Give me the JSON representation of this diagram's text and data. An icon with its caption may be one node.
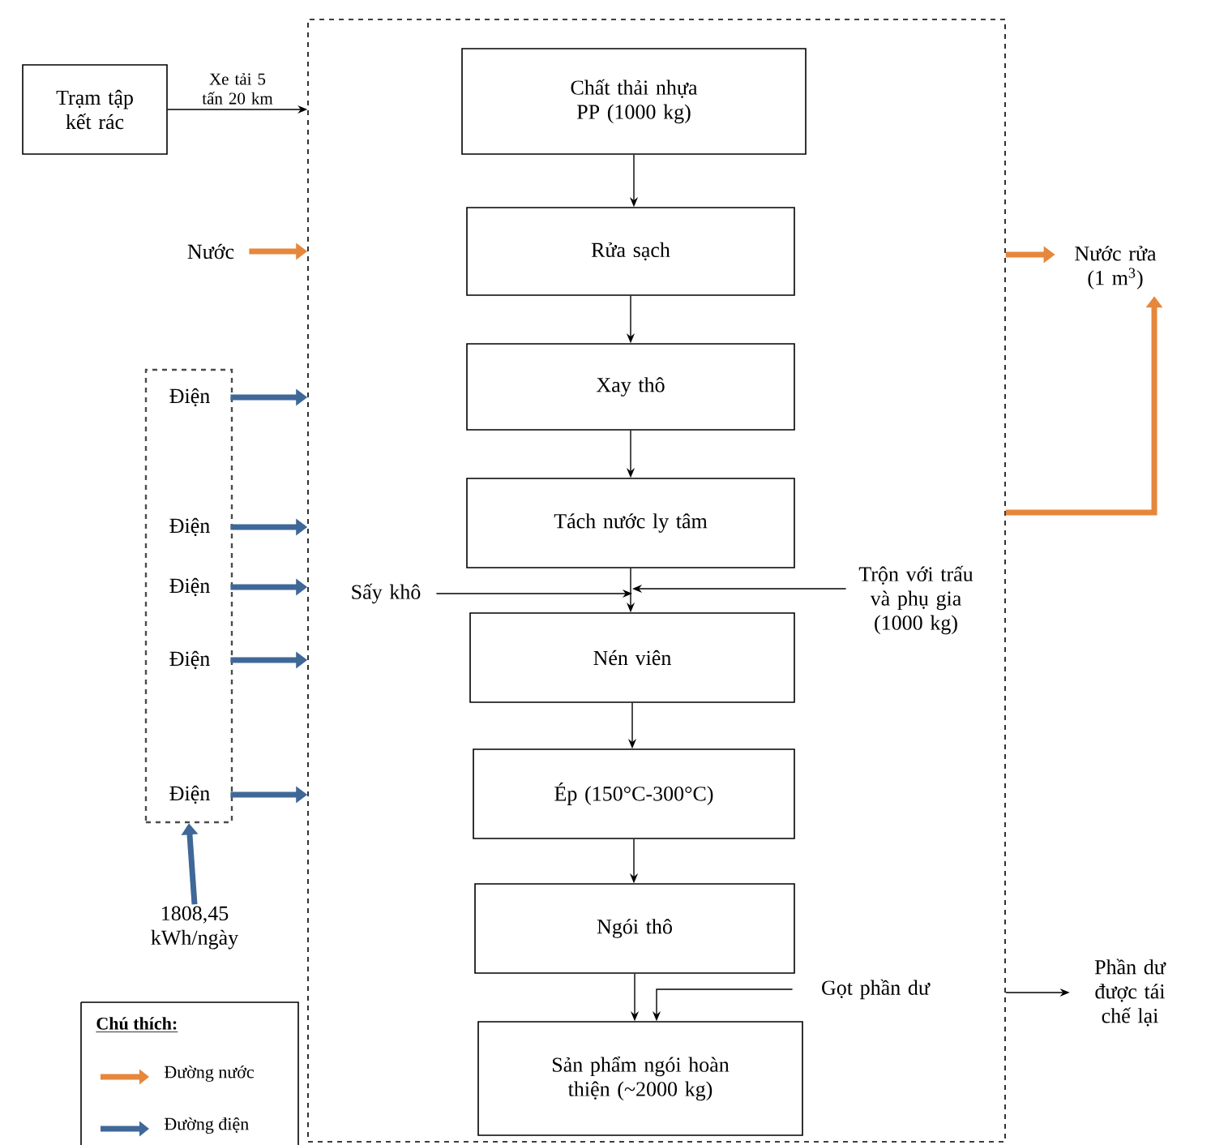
{
  "diagram": {
    "nodes": [
      {
        "text": [],
        "shape": "box"
      },
      {
        "text": [
          "Chất thải nhựa PP (1000 kg)"
        ],
        "in": 0
      },
      {
        "text": [
          "Rửa sạch"
        ],
        "in": 0
      },
      {
        "text": [
          "Xay thô"
        ],
        "in": 0
      },
      {
        "text": [
          "Tách nước ly tâm"
        ],
        "in": 0
      },
      {
        "text": [
          "Nén viên"
        ],
        "in": 0
      },
      {
        "text": [
          "Ép (150°C-300°C)"
        ],
        "in": 0
      },
      {
        "text": [
          "Ngói thô"
        ],
        "in": 0
      },
      {
        "text": [
          "Sản phẩm ngói hoàn thiện (~2000 kg)"
        ],
        "in": 0
      },
      {
        "text": [
          "Trạm tập kết rác"
        ]
      },
      {
        "text": [
          "Nước"
        ]
      },
      {
        "text": [
          "Nước rửa (1 m$^{3}$)"
        ]
      },
      {
        "text": [],
        "shape": "box"
      },
      {
        "text": [
          "Điện"
        ],
        "in": 12
      },
      {
        "text": [
          "Điện"
        ],
        "in": 12
      },
      {
        "text": [
          "Điện"
        ],
        "in": 12
      },
      {
        "text": [
          "Điện"
        ],
        "in": 12
      },
      {
        "text": [
          "Điện"
        ],
        "in": 12
      },
      {
        "text": [
          "1808,45 kWh/ngày"
        ]
      },
      {
        "text": [
          "Sấy khô"
        ],
        "in": 0
      },
      {
        "text": [
          "Trộn với trấu và phụ gia (1000 kg)"
        ],
        "in": 0
      },
      {
        "text": [
          "Gọt phần dư"
        ],
        "in": 0
      },
      {
        "text": [
          "Phần dư được tái chế lại"
        ]
      }
    ],
    "edges": [
      {
        "from": 9,
        "to": 0,
        "arrow": "to",
        "label": "Xe tải 5 tấn 20 km"
      },
      {
        "from": 10,
        "to": 0,
        "arrow": "to",
        "style": "thick",
        "color": "#e6873c"
      },
      {
        "from": 1,
        "to": 2,
        "arrow": "to"
      },
      {
        "from": 2,
        "to": 3,
        "arrow": "to"
      },
      {
        "from": 3,
        "to": 4,
        "arrow": "to"
      },
      {
        "from": 4,
        "to": 5,
        "arrow": "to"
      },
      {
        "from": 5,
        "to": 6,
        "arrow": "to"
      },
      {
        "from": 6,
        "to": 7,
        "arrow": "to"
      },
      {
        "from": 7,
        "to": 8,
        "arrow": "to"
      },
      {
        "from": 19,
        "to": 5,
        "arrow": "to"
      },
      {
        "from": 20,
        "to": 5,
        "arrow": "to"
      },
      {
        "from": 21,
        "to": 8,
        "arrow": "to"
      },
      {
        "from": 0,
        "to": 11,
        "arrow": "to",
        "style": "thick",
        "color": "#e6873c"
      },
      {
        "from": 0,
        "to": 11,
        "arrow": "to",
        "style": "thick",
        "color": "#e6873c"
      },
      {
        "from": 13,
        "to": 0,
        "arrow": "to",
        "style": "thick",
        "color": "#3f6898"
      },
      {
        "from": 14,
        "to": 0,
        "arrow": "to",
        "style": "thick",
        "color": "#3f6898"
      },
      {
        "from": 15,
        "to": 0,
        "arrow": "to",
        "style": "thick",
        "color": "#3f6898"
      },
      {
        "from": 16,
        "to": 0,
        "arrow": "to",
        "style": "thick",
        "color": "#3f6898"
      },
      {
        "from": 17,
        "to": 0,
        "arrow": "to",
        "style": "thick",
        "color": "#3f6898"
      },
      {
        "from": 18,
        "to": 12,
        "arrow": "to",
        "style": "thick",
        "color": "#3f6898"
      },
      {
        "from": 0,
        "to": 22,
        "arrow": "to"
      }
    ],
    "labels": [
      "Chú thích:"
    ],
    "legend": [
      {
        "text": "Đường nước",
        "color": "#e6873c"
      },
      {
        "text": "Đường điện",
        "color": "#3f6898"
      }
    ]
  }
}
